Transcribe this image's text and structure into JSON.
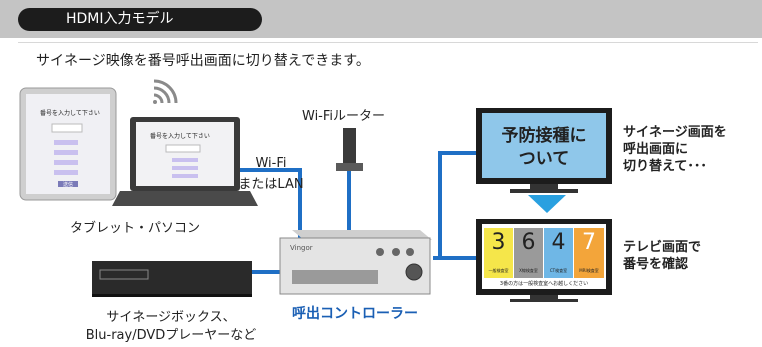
{
  "header": {
    "title": "HDMI入力モデル"
  },
  "description": "サイネージ映像を番号呼出画面に切り替えできます。",
  "devices": {
    "tablet_pc": "タブレット・パソコン",
    "router": "Wi-Fiルーター",
    "connection": [
      "Wi-Fi",
      "またはLAN"
    ],
    "source": [
      "サイネージボックス、",
      "Blu-ray/DVDプレーヤーなど"
    ],
    "controller": "呼出コントローラー",
    "controller_brand": "Vingor"
  },
  "screens": {
    "tablet_prompt": "番号を入力して下さい",
    "laptop_prompt": "番号を入力して下さい",
    "tablet_submit": "送信",
    "signage_text": [
      "予防接種に",
      "ついて"
    ],
    "signage_caption": [
      "サイネージ画面を",
      "呼出画面に",
      "切り替えて･･･"
    ],
    "tv_numbers": [
      "3",
      "6",
      "4",
      "7"
    ],
    "tv_labels": [
      "一般検査室",
      "X線検査室",
      "CT検査室",
      "MRI検査室"
    ],
    "tv_footer": "3番の方は一般検査室へお越しください",
    "tv_caption": [
      "テレビ画面で",
      "番号を確認"
    ]
  },
  "colors": {
    "cable": "#1f6fc5",
    "arrow": "#29a0e0",
    "tv_yellow": "#f5e64a",
    "tv_gray": "#9a9a9a",
    "tv_blue": "#6fb7e6",
    "tv_orange": "#f3a53a"
  }
}
